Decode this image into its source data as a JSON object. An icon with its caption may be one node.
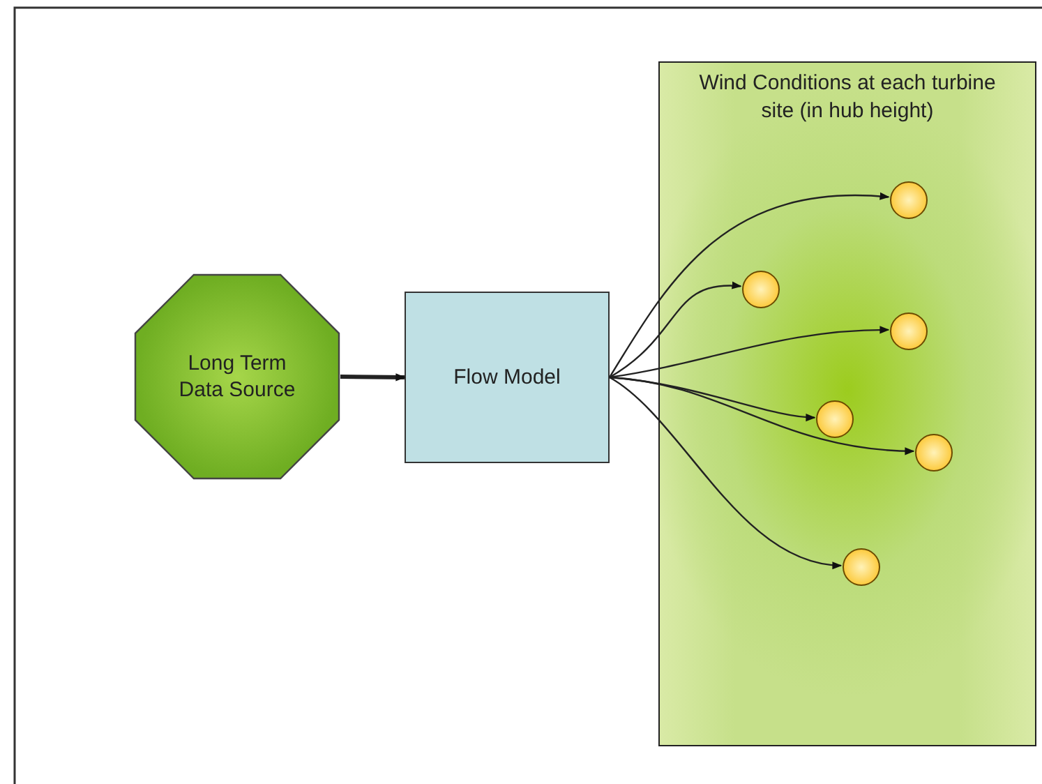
{
  "diagram": {
    "nodes": [
      {
        "text": [
          "Long Term Data Source"
        ]
      },
      {
        "text": [
          "Flow Model"
        ]
      },
      {
        "text": [
          "Wind Conditions at each turbine site (in hub height)"
        ]
      },
      {
        "text": [],
        "shape": "circle",
        "in": 2
      },
      {
        "text": [],
        "shape": "circle",
        "in": 2
      },
      {
        "text": [],
        "shape": "circle",
        "in": 2
      },
      {
        "text": [],
        "shape": "circle",
        "in": 2
      },
      {
        "text": [],
        "shape": "circle",
        "in": 2
      },
      {
        "text": [],
        "shape": "circle",
        "in": 2
      }
    ],
    "edges": [
      {
        "from": 0,
        "to": 1,
        "arrow": "to",
        "style": "thick"
      },
      {
        "from": 1,
        "to": 3,
        "arrow": "to"
      },
      {
        "from": 1,
        "to": 4,
        "arrow": "to"
      },
      {
        "from": 1,
        "to": 5,
        "arrow": "to"
      },
      {
        "from": 1,
        "to": 6,
        "arrow": "to"
      },
      {
        "from": 1,
        "to": 7,
        "arrow": "to"
      },
      {
        "from": 1,
        "to": 8,
        "arrow": "to"
      }
    ]
  }
}
